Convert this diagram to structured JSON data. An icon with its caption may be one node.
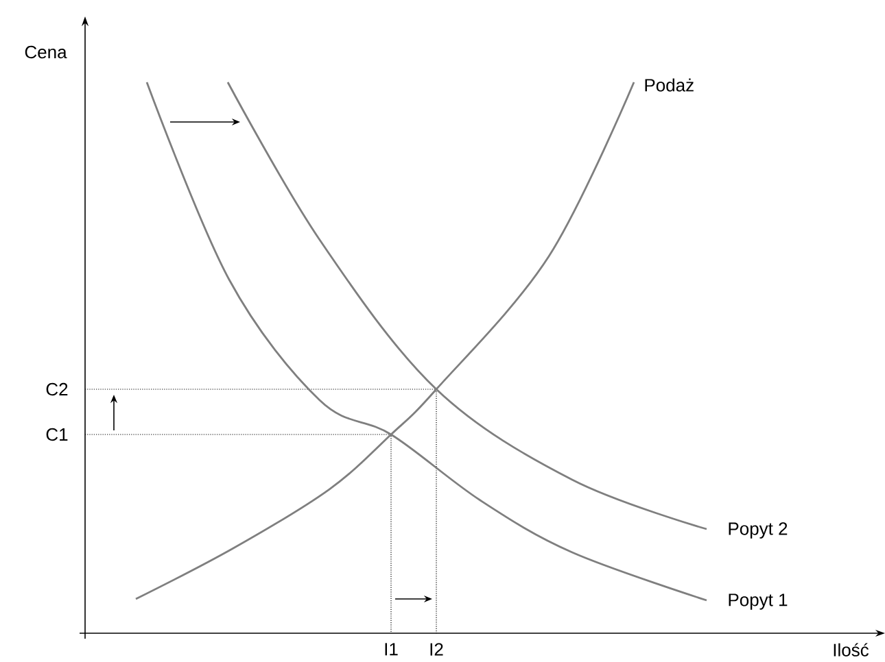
{
  "diagram": {
    "labels": [
      "Cena",
      "Podaż",
      "C2",
      "C1",
      "Popyt 2",
      "Popyt 1",
      "I1",
      "I2",
      "Ilość"
    ]
  }
}
